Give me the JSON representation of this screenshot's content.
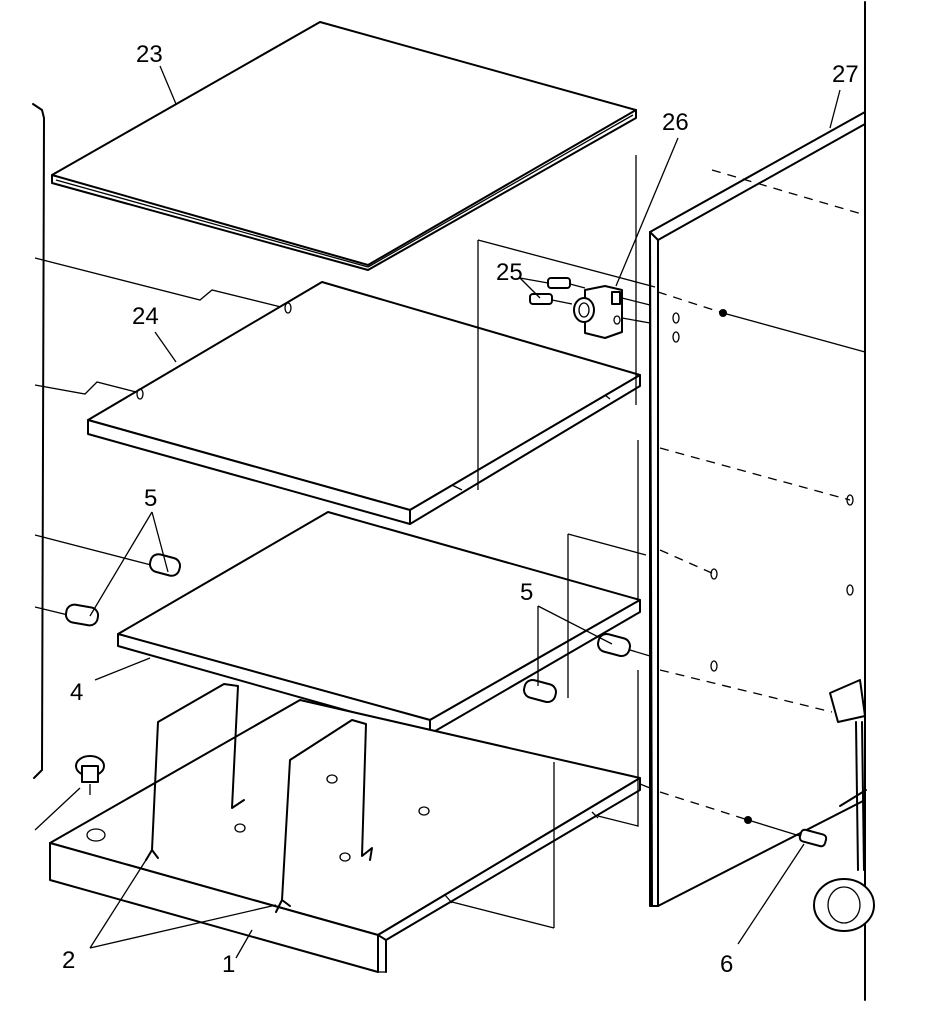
{
  "callouts": {
    "c23": "23",
    "c27": "27",
    "c26": "26",
    "c25": "25",
    "c24": "24",
    "c5a": "5",
    "c5b": "5",
    "c4": "4",
    "c2": "2",
    "c1": "1",
    "c6": "6"
  }
}
